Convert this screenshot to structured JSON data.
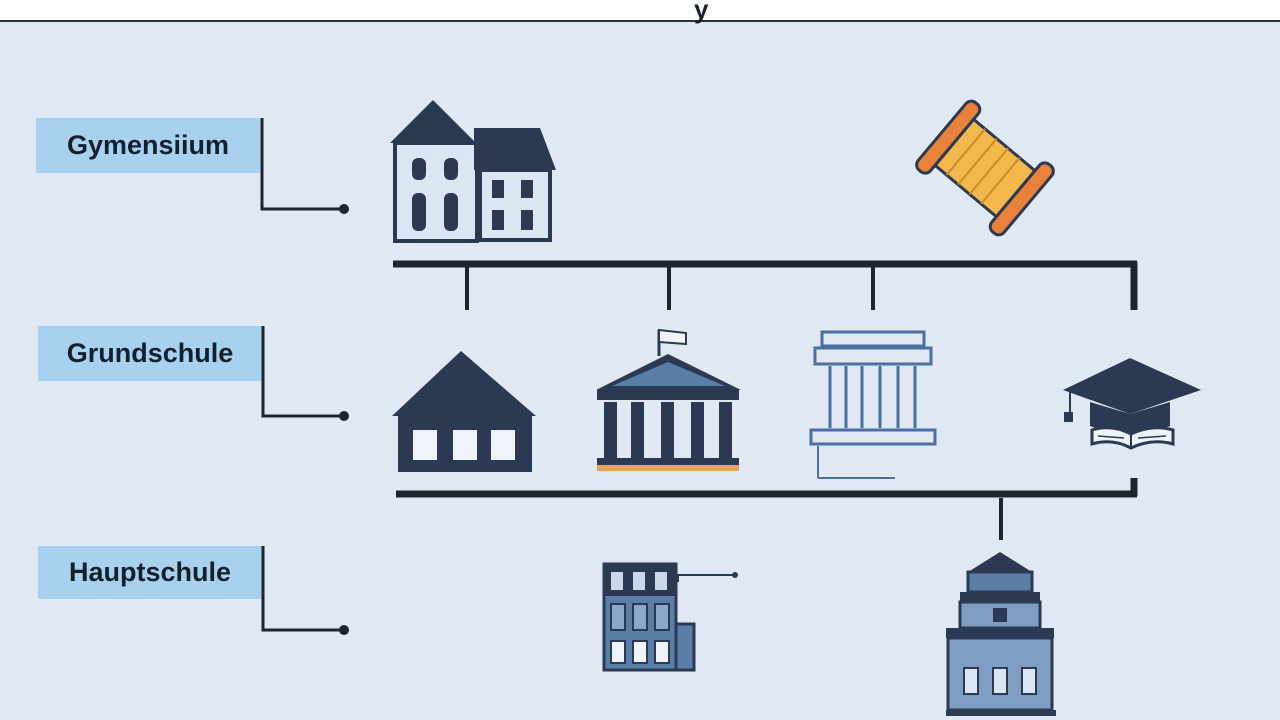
{
  "title_fragment": "y",
  "levels": [
    {
      "id": "gymnasium",
      "label": "Gymensiium"
    },
    {
      "id": "grundschule",
      "label": "Grundschule"
    },
    {
      "id": "hauptschule",
      "label": "Hauptschule"
    }
  ],
  "icons": [
    "school-building-icon",
    "thread-spool-icon",
    "house-icon",
    "classical-building-flag-icon",
    "columned-building-icon",
    "graduation-cap-book-icon",
    "apartment-building-icon",
    "tiered-tower-building-icon"
  ],
  "colors": {
    "background": "#dfe8f3",
    "label_fill": "#a8d0ef",
    "dark_navy": "#2b3a52",
    "mid_blue": "#5a7ea8",
    "line": "#1f252c",
    "accent_orange": "#e8823a",
    "accent_yellow": "#f2b84b"
  }
}
